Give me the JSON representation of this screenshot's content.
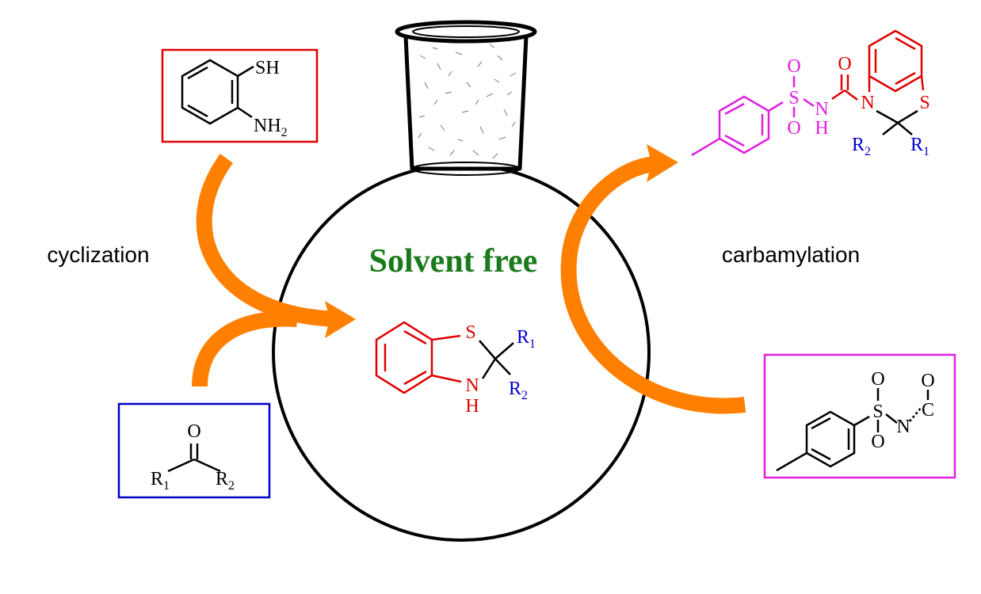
{
  "labels": {
    "left_step": "cyclization",
    "right_step": "carbamylation",
    "flask": "Solvent free"
  },
  "atoms": {
    "sh": "SH",
    "nh": "NH",
    "two": "2",
    "o": "O",
    "r": "R",
    "one": "1",
    "s": "S",
    "n": "N",
    "h": "H",
    "c": "C"
  },
  "colors": {
    "arrow": "#FF8000",
    "core": "#E00000",
    "substituent": "#0000CC",
    "sulfonyl": "#E020E0",
    "flask_text": "#1B7A1B",
    "reagent1_box": "#E00000",
    "reagent2_box": "#0000CC",
    "reagent3_box": "#E020E0"
  }
}
